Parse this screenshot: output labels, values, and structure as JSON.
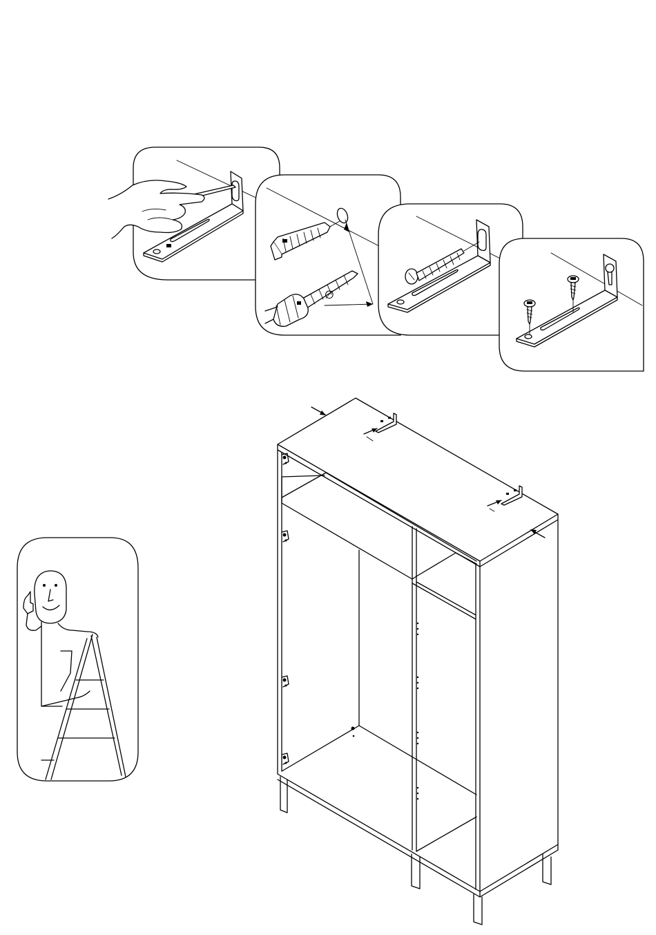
{
  "figure": {
    "steps": [
      {
        "id": "mark-hole",
        "icon": "pencil-mark-icon"
      },
      {
        "id": "drill-and-plug",
        "icon": "drill-icon"
      },
      {
        "id": "fix-to-wall",
        "icon": "wall-screw-icon"
      },
      {
        "id": "fix-to-furniture",
        "icon": "wood-screw-icon"
      }
    ],
    "notes": {
      "diameter_symbol": "∅",
      "pictogram": "person-on-ladder-icon",
      "main": "wardrobe-wall-anchoring-icon"
    }
  }
}
